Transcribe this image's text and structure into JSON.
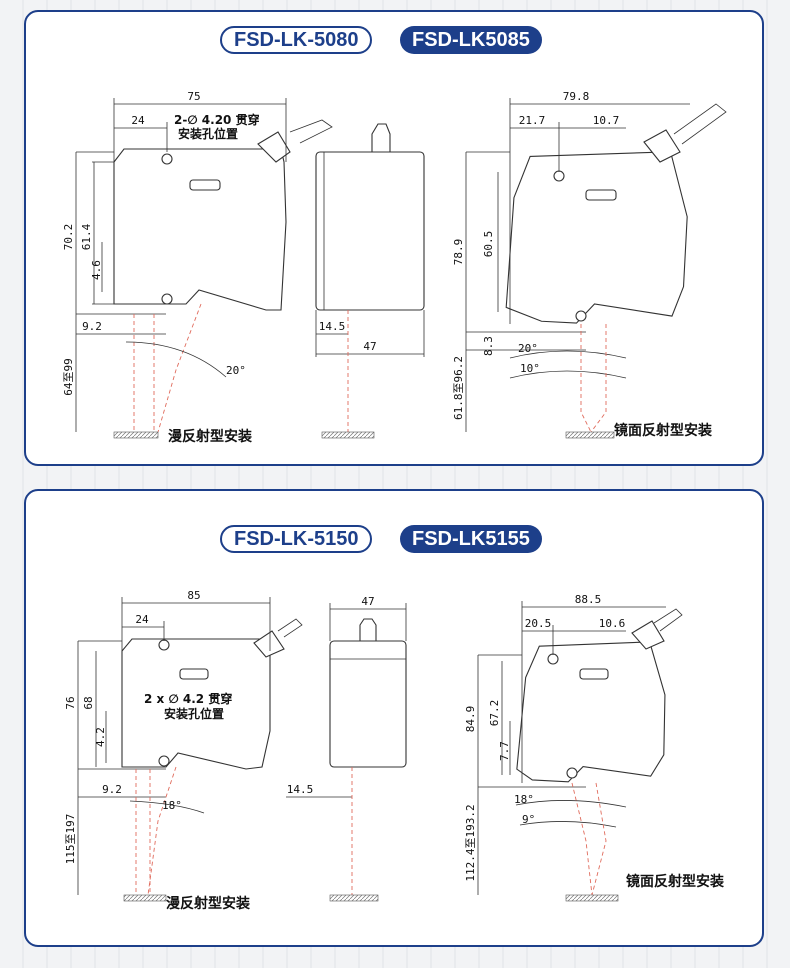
{
  "colors": {
    "accent": "#1d3f8a",
    "laser": "#e06b5c",
    "line": "#333333"
  },
  "panel1": {
    "model_a": "FSD-LK-5080",
    "model_b": "FSD-LK5085",
    "dims_front": {
      "width": "75",
      "left": "24",
      "mount_note_line1": "2-∅ 4.20 贯穿",
      "mount_note_line2": "安装孔位置",
      "h_total": "70.2",
      "h_body": "61.4",
      "h_small": "4.6",
      "offset": "9.2",
      "range": "64至99",
      "angle": "20°"
    },
    "dims_side": {
      "offset": "14.5",
      "depth": "47"
    },
    "dims_mirror": {
      "width": "79.8",
      "left": "21.7",
      "right": "10.7",
      "h_total": "78.9",
      "h_body": "60.5",
      "offset": "8.3",
      "angle_a": "20°",
      "angle_b": "10°",
      "range": "61.8至96.2"
    },
    "caption_diffuse": "漫反射型安装",
    "caption_mirror": "镜面反射型安装"
  },
  "panel2": {
    "model_a": "FSD-LK-5150",
    "model_b": "FSD-LK5155",
    "dims_front": {
      "width": "85",
      "left": "24",
      "mount_note_line1": "2 x ∅ 4.2 贯穿",
      "mount_note_line2": "安装孔位置",
      "h_total": "76",
      "h_body": "68",
      "h_small": "4.2",
      "offset": "9.2",
      "range": "115至197",
      "angle": "18°"
    },
    "dims_side": {
      "depth": "47",
      "offset": "14.5"
    },
    "dims_mirror": {
      "width": "88.5",
      "left": "20.5",
      "right": "10.6",
      "h_total": "84.9",
      "h_body": "67.2",
      "h_small": "7.7",
      "angle_a": "18°",
      "angle_b": "9°",
      "range": "112.4至193.2"
    },
    "caption_diffuse": "漫反射型安装",
    "caption_mirror": "镜面反射型安装"
  }
}
